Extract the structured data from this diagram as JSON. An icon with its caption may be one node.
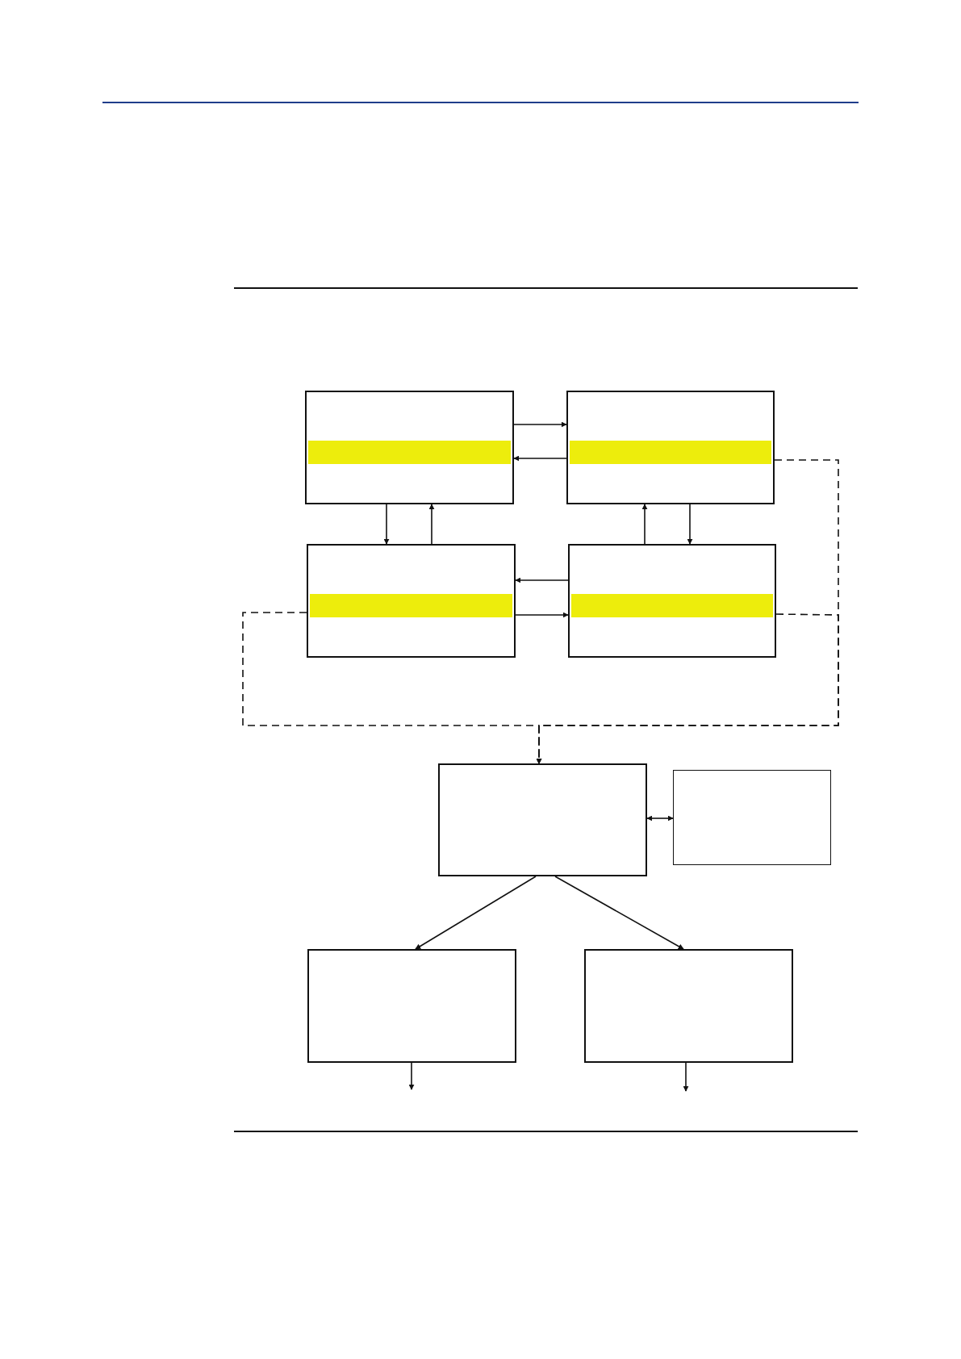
{
  "diagram": {
    "nodes": [
      {
        "text": [],
        "shape": "box"
      },
      {
        "text": [],
        "shape": "box"
      },
      {
        "text": [],
        "shape": "box"
      },
      {
        "text": [],
        "shape": "box"
      },
      {
        "text": [],
        "shape": "box"
      },
      {
        "text": [],
        "shape": "box"
      },
      {
        "text": [],
        "shape": "box"
      },
      {
        "text": [],
        "shape": "box"
      }
    ],
    "edges": [
      {
        "from": 0,
        "to": 1,
        "arrow": "to"
      },
      {
        "from": 1,
        "to": 0,
        "arrow": "to"
      },
      {
        "from": 0,
        "to": 2,
        "arrow": "to"
      },
      {
        "from": 2,
        "to": 0,
        "arrow": "to"
      },
      {
        "from": 3,
        "to": 1,
        "arrow": "to"
      },
      {
        "from": 1,
        "to": 3,
        "arrow": "to"
      },
      {
        "from": 3,
        "to": 2,
        "arrow": "to"
      },
      {
        "from": 2,
        "to": 3,
        "arrow": "to"
      },
      {
        "from": 1,
        "to": 4,
        "arrow": "to",
        "style": "dashed"
      },
      {
        "from": 3,
        "to": 4,
        "arrow": "to",
        "style": "dashed"
      },
      {
        "from": 2,
        "to": 4,
        "arrow": "to",
        "style": "dashed"
      },
      {
        "from": 4,
        "to": 5,
        "arrow": "both"
      },
      {
        "from": 4,
        "to": 6,
        "arrow": "to"
      },
      {
        "from": 4,
        "to": 7,
        "arrow": "to"
      },
      {
        "from": 6,
        "to": null,
        "arrow": "to"
      },
      {
        "from": 7,
        "to": null,
        "arrow": "to"
      }
    ]
  }
}
